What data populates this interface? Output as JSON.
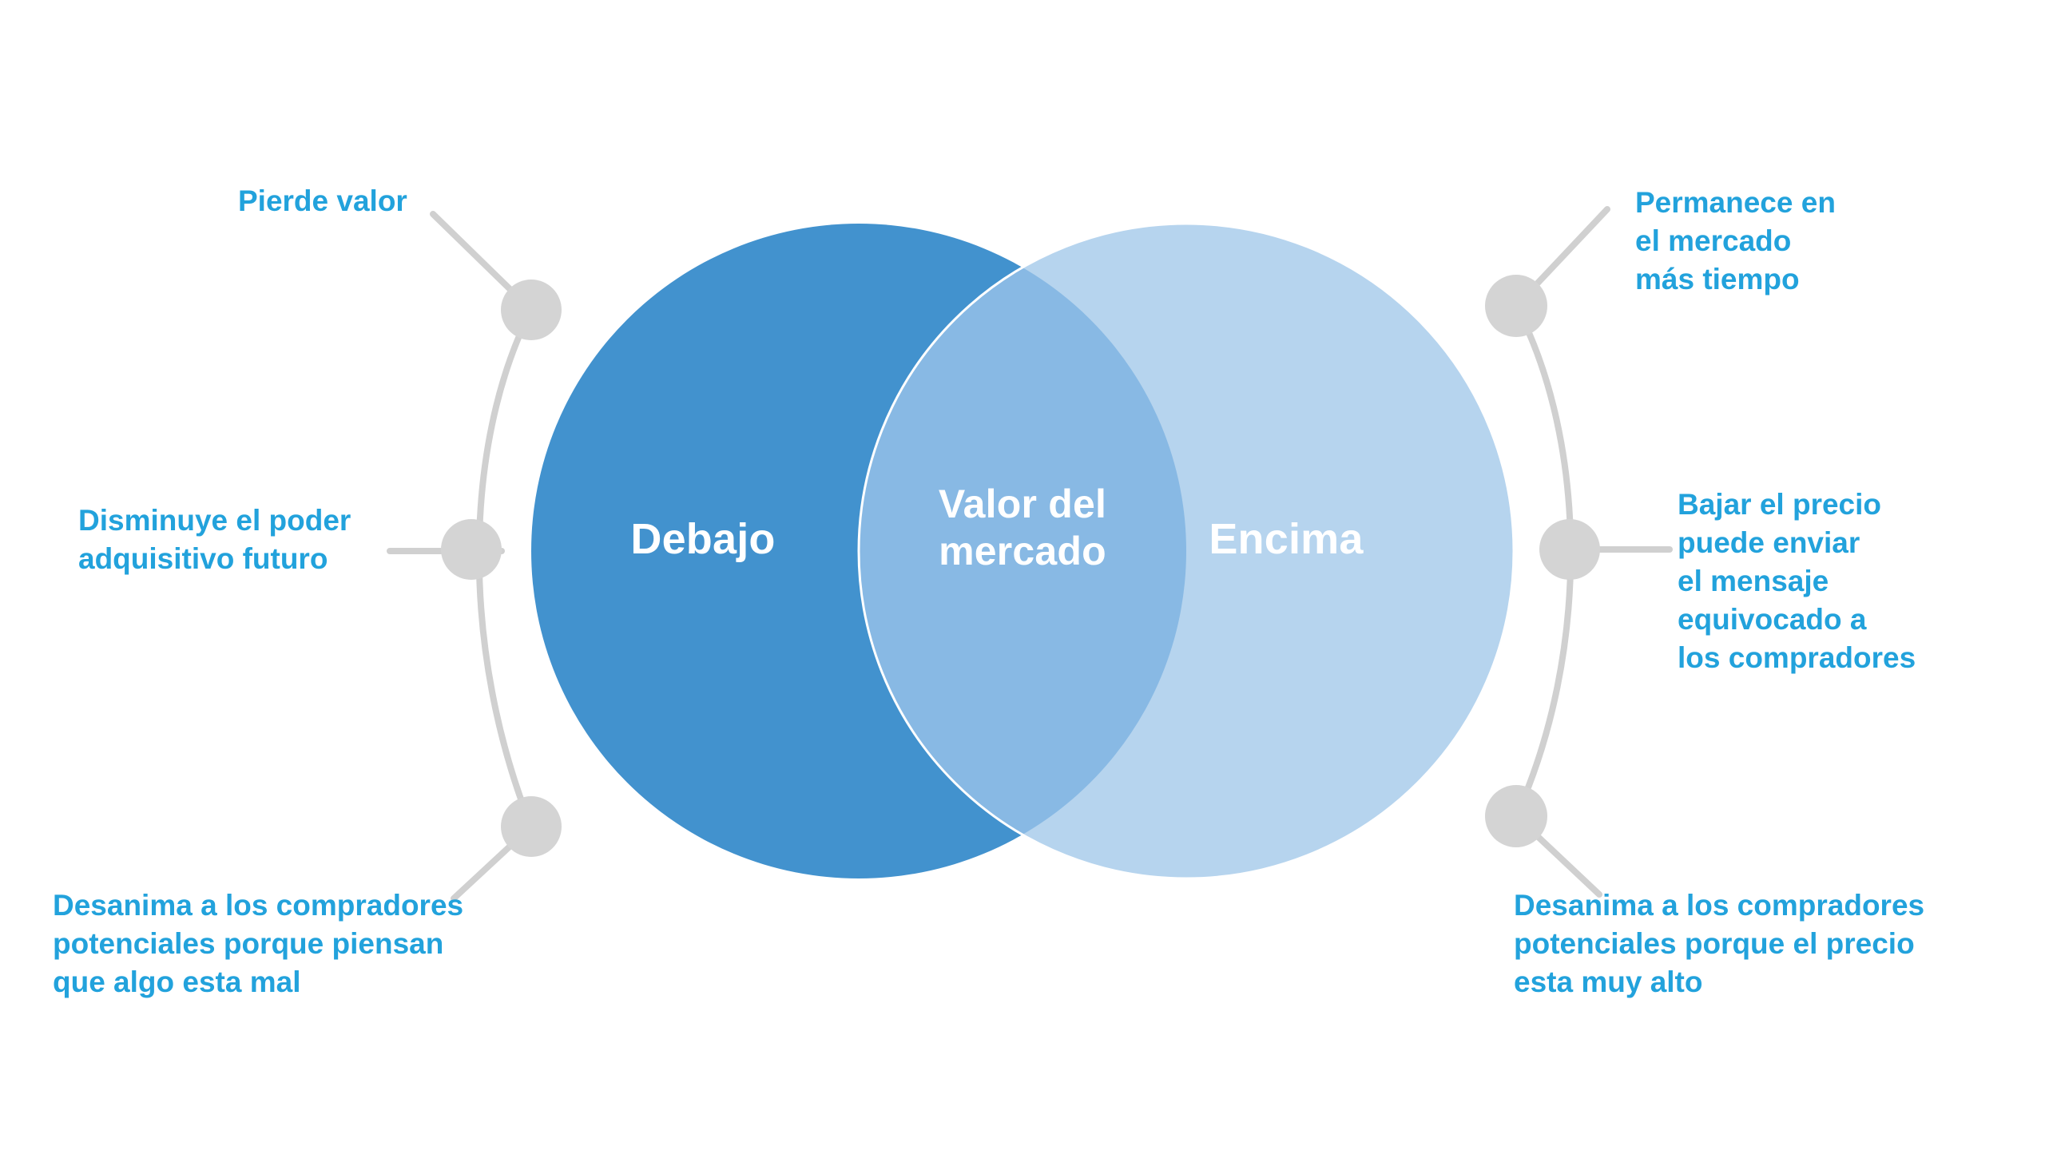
{
  "diagram": {
    "type": "venn",
    "title": "",
    "colors": {
      "left_circle": "#4292CE",
      "right_circle": "#B6D4EE",
      "overlap": "#88B9E4",
      "connector": "#D0D0D0",
      "callout_text": "#22A2DC",
      "circle_label_text": "#FFFFFF",
      "background": "#FFFFFF"
    },
    "sets": {
      "left": {
        "label": "Debajo"
      },
      "right": {
        "label": "Encima"
      },
      "overlap": {
        "label": "Valor del\nmercado"
      }
    },
    "callouts": {
      "left": [
        {
          "id": "top-left",
          "text": "Pierde valor"
        },
        {
          "id": "middle-left",
          "text": "Disminuye el poder\nadquisitivo futuro"
        },
        {
          "id": "bottom-left",
          "text": "Desanima a los compradores\npotenciales porque piensan\nque algo esta mal"
        }
      ],
      "right": [
        {
          "id": "top-right",
          "text": "Permanece en\nel mercado\nmás tiempo"
        },
        {
          "id": "middle-right",
          "text": "Bajar el precio\npuede enviar\nel mensaje\nequivocado a\nlos compradores"
        },
        {
          "id": "bottom-right",
          "text": "Desanima a los compradores\npotenciales porque el precio\nesta muy alto"
        }
      ]
    },
    "nodes": {
      "top_left": "connector-node",
      "middle_left": "connector-node",
      "bottom_left": "connector-node",
      "top_right": "connector-node",
      "middle_right": "connector-node",
      "bottom_right": "connector-node"
    }
  }
}
